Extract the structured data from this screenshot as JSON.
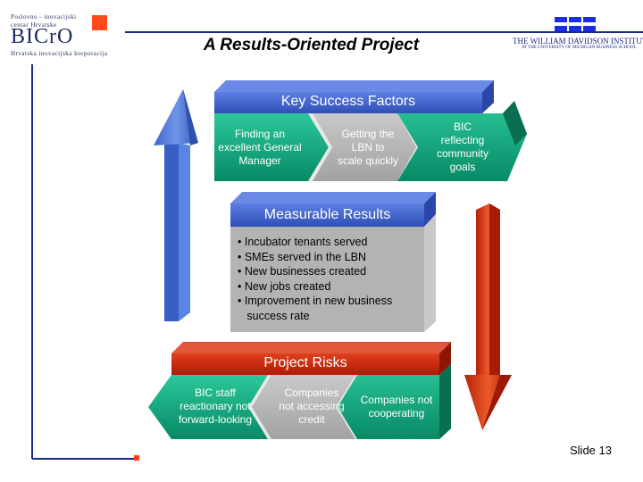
{
  "logo": {
    "org_line1": "Poslovno - inovacijski",
    "org_line2": "centar Hrvatske",
    "name": "BICrO",
    "org_line3": "Hrvatska inovacijska korporacija"
  },
  "institute": {
    "name": "THE WILLIAM DAVIDSON INSTITUTE",
    "sub": "AT THE UNIVERSITY OF MICHIGAN BUSINESS SCHOOL"
  },
  "title": "A Results-Oriented Project",
  "key_success": {
    "header": "Key Success Factors",
    "items": [
      {
        "line1": "Finding an",
        "line2": "excellent General",
        "line3": "Manager"
      },
      {
        "line1": "Getting the",
        "line2": "LBN to",
        "line3": "scale quickly"
      },
      {
        "line1": "BIC",
        "line2": "reflecting",
        "line3": "community",
        "line4": "goals"
      }
    ]
  },
  "measurable": {
    "header": "Measurable Results",
    "bullets": [
      "• Incubator tenants served",
      "• SMEs served in the LBN",
      "• New businesses created",
      "• New jobs created",
      "• Improvement in new business",
      "   success rate"
    ]
  },
  "risks": {
    "header": "Project Risks",
    "items": [
      {
        "line1": "BIC staff",
        "line2": "reactionary not",
        "line3": "forward-looking"
      },
      {
        "line1": "Companies",
        "line2": "not accessing",
        "line3": "credit"
      },
      {
        "line1": "Companies not",
        "line2": "cooperating"
      }
    ]
  },
  "slide_label": "Slide 13",
  "colors": {
    "header_blue": "#3b5cc4",
    "teal": "#0fa77e",
    "gray": "#b5b5b5",
    "risk_red": "#c8200a",
    "arrow_blue": "#4d79d6",
    "arrow_red": "#d2360e",
    "navy": "#1b2a8c"
  }
}
